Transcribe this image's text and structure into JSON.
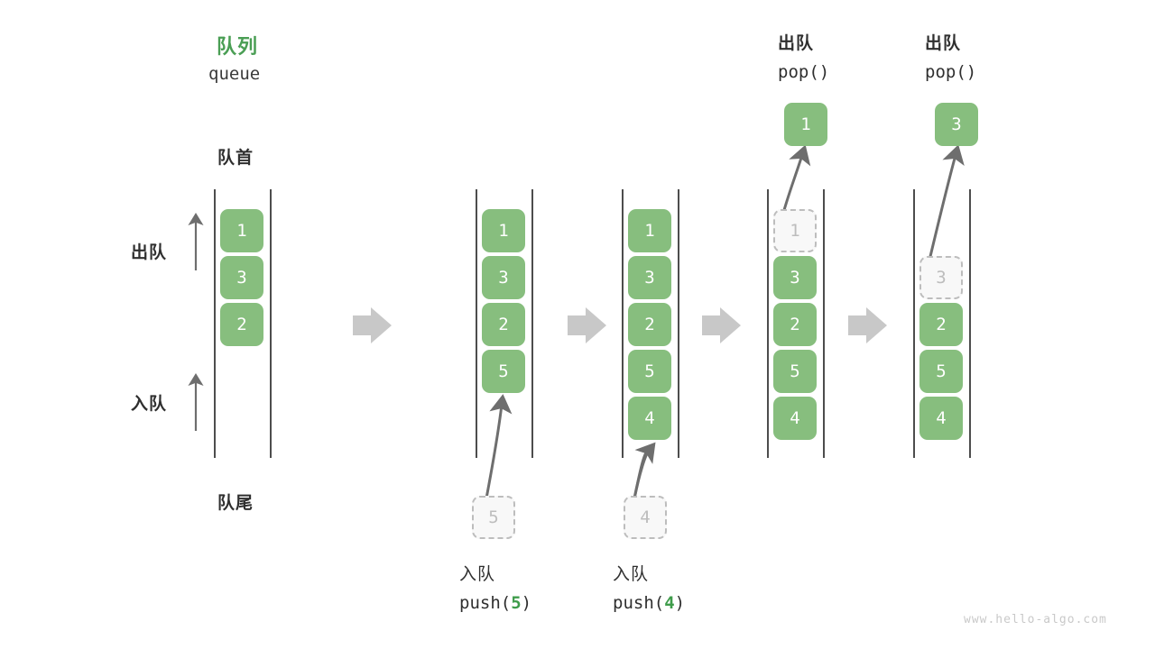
{
  "meta": {
    "watermark": "www.hello-algo.com",
    "colors": {
      "green_fill": "#87be7e",
      "green_text": "#4a9e54",
      "ghost_fill": "#f8f8f8",
      "ghost_border": "#bdbdbd",
      "rail": "#4d4d4d",
      "arrow_gray": "#6e6e6e",
      "step_arrow": "#c8c8c8",
      "text": "#2f2f2f"
    }
  },
  "header": {
    "title_cn": "队列",
    "title_en": "queue",
    "front_label": "队首",
    "rear_label": "队尾"
  },
  "side_labels": {
    "dequeue": "出队",
    "enqueue": "入队"
  },
  "panels": [
    {
      "id": "initial",
      "op_cn": "",
      "op_code": "",
      "cells": [
        "1",
        "3",
        "2"
      ],
      "ghost_index": null,
      "incoming": null,
      "popped": null
    },
    {
      "id": "push-5",
      "caption_cn": "入队",
      "caption_code_prefix": "push(",
      "caption_code_num": "5",
      "caption_code_suffix": ")",
      "cells": [
        "1",
        "3",
        "2",
        "5"
      ],
      "incoming": "5",
      "popped": null
    },
    {
      "id": "push-4",
      "caption_cn": "入队",
      "caption_code_prefix": "push(",
      "caption_code_num": "4",
      "caption_code_suffix": ")",
      "cells": [
        "1",
        "3",
        "2",
        "5",
        "4"
      ],
      "incoming": "4",
      "popped": null
    },
    {
      "id": "pop-1",
      "op_cn": "出队",
      "op_code": "pop()",
      "cells": [
        "1",
        "3",
        "2",
        "5",
        "4"
      ],
      "ghost_index": 0,
      "popped": "1"
    },
    {
      "id": "pop-3",
      "op_cn": "出队",
      "op_code": "pop()",
      "cells": [
        "3",
        "2",
        "5",
        "4"
      ],
      "ghost_index": 0,
      "popped": "3"
    }
  ],
  "cells": {
    "p1": [
      "1",
      "3",
      "2"
    ],
    "p2": [
      "1",
      "3",
      "2",
      "5"
    ],
    "p3": [
      "1",
      "3",
      "2",
      "5",
      "4"
    ],
    "p4_ghost": "1",
    "p4": [
      "3",
      "2",
      "5",
      "4"
    ],
    "p5_ghost": "3",
    "p5": [
      "2",
      "5",
      "4"
    ],
    "pop1_out": "1",
    "pop2_out": "3",
    "in5": "5",
    "in4": "4"
  },
  "captions": {
    "push5_cn": "入队",
    "push5_code_a": "push(",
    "push5_code_n": "5",
    "push5_code_b": ")",
    "push4_cn": "入队",
    "push4_code_a": "push(",
    "push4_code_n": "4",
    "push4_code_b": ")",
    "pop1_cn": "出队",
    "pop1_code": "pop()",
    "pop2_cn": "出队",
    "pop2_code": "pop()"
  }
}
